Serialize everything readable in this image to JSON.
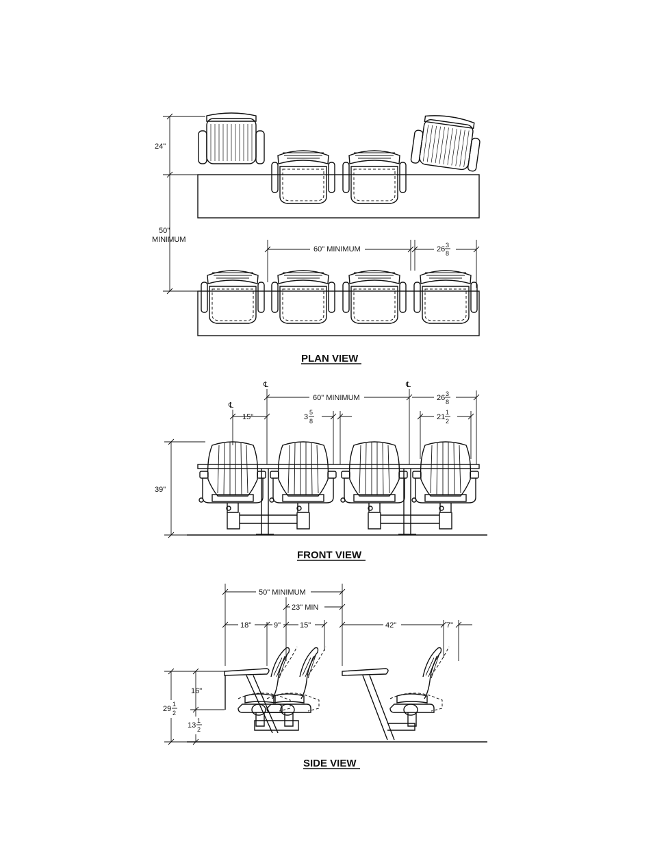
{
  "plan_view": {
    "title": "PLAN VIEW",
    "dim_depth": "24\"",
    "dim_total_a": "50\"",
    "dim_total_b": "MINIMUM",
    "dim_spacing": "60\" MINIMUM",
    "dim_seat_whole": "26",
    "dim_seat_num": "3",
    "dim_seat_den": "8"
  },
  "front_view": {
    "title": "FRONT VIEW",
    "centerline": "℄",
    "dim_spacing": "60\" MINIMUM",
    "dim_seat_whole": "26",
    "dim_seat_num": "3",
    "dim_seat_den": "8",
    "dim_offset": "15\"",
    "dim_gap_whole": "3",
    "dim_gap_num": "5",
    "dim_gap_den": "8",
    "dim_width_whole": "21",
    "dim_width_num": "1",
    "dim_width_den": "2",
    "dim_height": "39\""
  },
  "side_view": {
    "title": "SIDE VIEW",
    "dim_total": "50\" MINIMUM",
    "dim_clear": "23\" MIN",
    "dim_a": "18\"",
    "dim_b": "9\"",
    "dim_c": "15\"",
    "dim_d": "42\"",
    "dim_e": "7\"",
    "dim_upper": "16\"",
    "dim_table_whole": "29",
    "dim_table_num": "1",
    "dim_table_den": "2",
    "dim_seat_whole": "13",
    "dim_seat_num": "1",
    "dim_seat_den": "2"
  }
}
